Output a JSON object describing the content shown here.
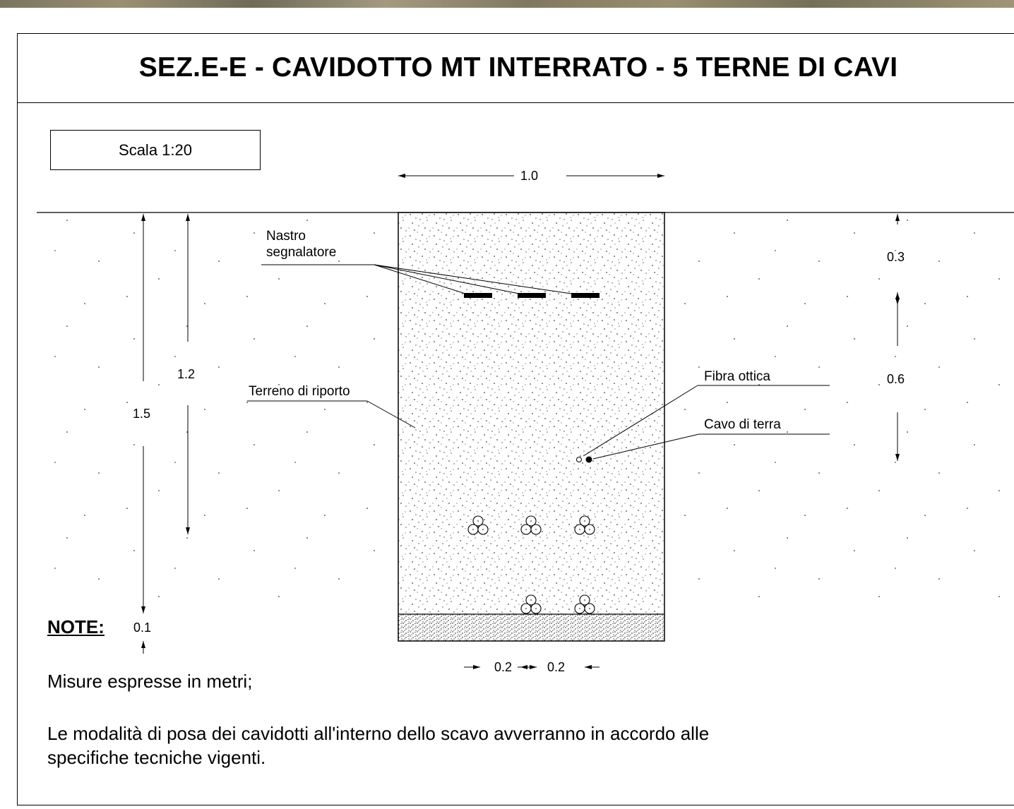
{
  "title": "SEZ.E-E - CAVIDOTTO MT INTERRATO - 5 TERNE DI CAVI",
  "scale": "Scala 1:20",
  "dimensions": {
    "trench_width": "1.0",
    "total_depth": "1.5",
    "cable_depth": "1.2",
    "top_cover": "0.3",
    "mid_span": "0.6",
    "bedding": "0.1",
    "spacing_left": "0.2",
    "spacing_right": "0.2"
  },
  "labels": {
    "tape": "Nastro\nsegnalatore",
    "backfill": "Terreno di riporto",
    "fiber": "Fibra ottica",
    "ground_cable": "Cavo di terra"
  },
  "notes": {
    "title": "NOTE:",
    "line1": "Misure espresse in metri;",
    "line2": "Le modalità di posa dei cavidotti all'interno dello scavo avverranno in accordo alle specifiche tecniche vigenti."
  }
}
